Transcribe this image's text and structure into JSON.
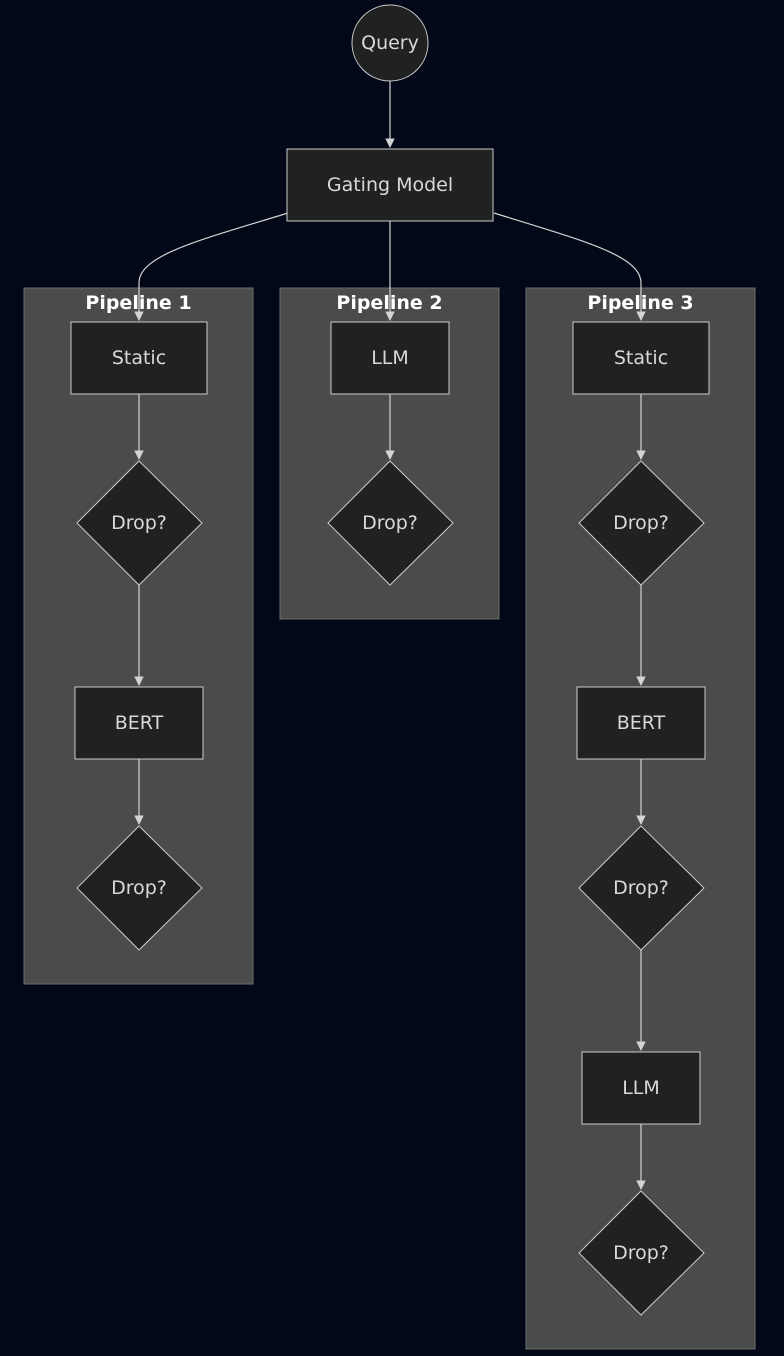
{
  "diagram": {
    "type": "flowchart",
    "colors": {
      "background": "#020817",
      "cluster_fill": "#4a4b4b",
      "node_fill": "#202121",
      "node_stroke": "#cccccc",
      "edge": "#d3d3d3",
      "text": "#d9d9d9",
      "cluster_text": "#ffffff"
    },
    "nodes": {
      "query": {
        "label": "Query",
        "shape": "circle"
      },
      "gating": {
        "label": "Gating Model",
        "shape": "rect"
      },
      "p1_static": {
        "label": "Static",
        "shape": "rect"
      },
      "p1_drop1": {
        "label": "Drop?",
        "shape": "diamond"
      },
      "p1_bert": {
        "label": "BERT",
        "shape": "rect"
      },
      "p1_drop2": {
        "label": "Drop?",
        "shape": "diamond"
      },
      "p2_llm": {
        "label": "LLM",
        "shape": "rect"
      },
      "p2_drop1": {
        "label": "Drop?",
        "shape": "diamond"
      },
      "p3_static": {
        "label": "Static",
        "shape": "rect"
      },
      "p3_drop1": {
        "label": "Drop?",
        "shape": "diamond"
      },
      "p3_bert": {
        "label": "BERT",
        "shape": "rect"
      },
      "p3_drop2": {
        "label": "Drop?",
        "shape": "diamond"
      },
      "p3_llm": {
        "label": "LLM",
        "shape": "rect"
      },
      "p3_drop3": {
        "label": "Drop?",
        "shape": "diamond"
      }
    },
    "clusters": {
      "pipeline1": {
        "label": "Pipeline 1"
      },
      "pipeline2": {
        "label": "Pipeline 2"
      },
      "pipeline3": {
        "label": "Pipeline 3"
      }
    },
    "edges": [
      {
        "from": "query",
        "to": "gating"
      },
      {
        "from": "gating",
        "to": "p1_static"
      },
      {
        "from": "gating",
        "to": "p2_llm"
      },
      {
        "from": "gating",
        "to": "p3_static"
      },
      {
        "from": "p1_static",
        "to": "p1_drop1"
      },
      {
        "from": "p1_drop1",
        "to": "p1_bert"
      },
      {
        "from": "p1_bert",
        "to": "p1_drop2"
      },
      {
        "from": "p2_llm",
        "to": "p2_drop1"
      },
      {
        "from": "p3_static",
        "to": "p3_drop1"
      },
      {
        "from": "p3_drop1",
        "to": "p3_bert"
      },
      {
        "from": "p3_bert",
        "to": "p3_drop2"
      },
      {
        "from": "p3_drop2",
        "to": "p3_llm"
      },
      {
        "from": "p3_llm",
        "to": "p3_drop3"
      }
    ]
  }
}
